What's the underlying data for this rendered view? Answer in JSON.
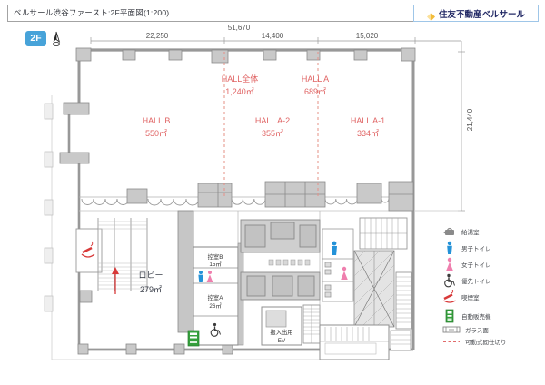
{
  "header": {
    "title": "ベルサール渋谷ファースト:2F平面図(1:200)",
    "brand": "住友不動産ベルサール"
  },
  "floor_badge": "2F",
  "dims": {
    "overall": "51,670",
    "segments": [
      "22,250",
      "14,400",
      "15,020"
    ],
    "height": "21,440"
  },
  "halls": [
    {
      "label": "HALL全体",
      "area": "1,240㎡"
    },
    {
      "label": "HALL A",
      "area": "689㎡"
    },
    {
      "label": "HALL B",
      "area": "550㎡"
    },
    {
      "label": "HALL A-2",
      "area": "355㎡"
    },
    {
      "label": "HALL A-1",
      "area": "334㎡"
    }
  ],
  "rooms": {
    "lobby": {
      "label": "ロビー",
      "area": "279㎡"
    },
    "waiting_b": {
      "label": "控室B",
      "area": "15㎡"
    },
    "waiting_a": {
      "label": "控室A",
      "area": "26㎡"
    },
    "service_ev": {
      "line1": "搬入出用",
      "line2": "EV"
    }
  },
  "legend": [
    {
      "icon": "kettle-icon",
      "label": "給湯室"
    },
    {
      "icon": "male-icon",
      "label": "男子トイレ"
    },
    {
      "icon": "female-icon",
      "label": "女子トイレ"
    },
    {
      "icon": "wheelchair-icon",
      "label": "優先トイレ"
    },
    {
      "icon": "smoking-icon",
      "label": "喫煙室"
    },
    {
      "icon": "vending-icon",
      "label": "自動販売機"
    },
    {
      "icon": "glass-icon",
      "label": "ガラス面"
    },
    {
      "icon": "partition-icon",
      "label": "可動式間仕切り"
    }
  ],
  "colors": {
    "badge_blue": "#47a3d9",
    "brand_navy": "#232a66",
    "hall_label_red": "#e06464",
    "partition_red": "#e69086",
    "male_blue": "#2492d8",
    "female_pink": "#ef7fae",
    "vending_green": "#35a03c",
    "alert_red": "#d83a3a",
    "wall_gray": "#8f8f8f"
  }
}
